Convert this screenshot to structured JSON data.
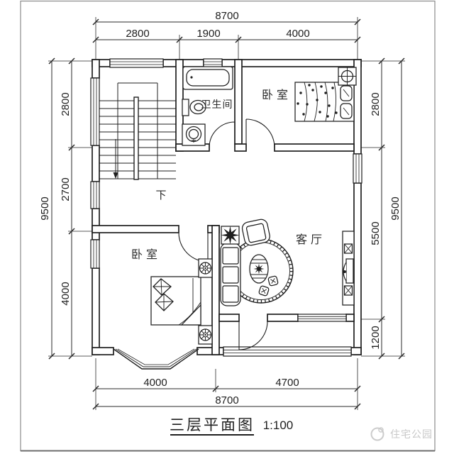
{
  "title": {
    "text": "三层平面图",
    "scale": "1:100"
  },
  "watermark": {
    "text": "住宅公园"
  },
  "rooms": {
    "bedroom_top_right": "卧室",
    "bathroom": "卫生间",
    "living_room": "客厅",
    "bedroom_bottom_left": "卧室",
    "stair_direction": "下"
  },
  "dimensions": {
    "top": {
      "total": "8700",
      "segments": [
        "2800",
        "1900",
        "4000"
      ]
    },
    "bottom": {
      "total": "8700",
      "segments": [
        "4000",
        "4700"
      ]
    },
    "left": {
      "total": "9500",
      "segments": [
        "2800",
        "2700",
        "4000"
      ]
    },
    "right": {
      "total": "9500",
      "segments": [
        "2800",
        "5500",
        "1200"
      ]
    }
  },
  "colors": {
    "ink": "#1f1f1f",
    "watermark": "#c8c8c8",
    "frame": "#8c8c8c"
  }
}
